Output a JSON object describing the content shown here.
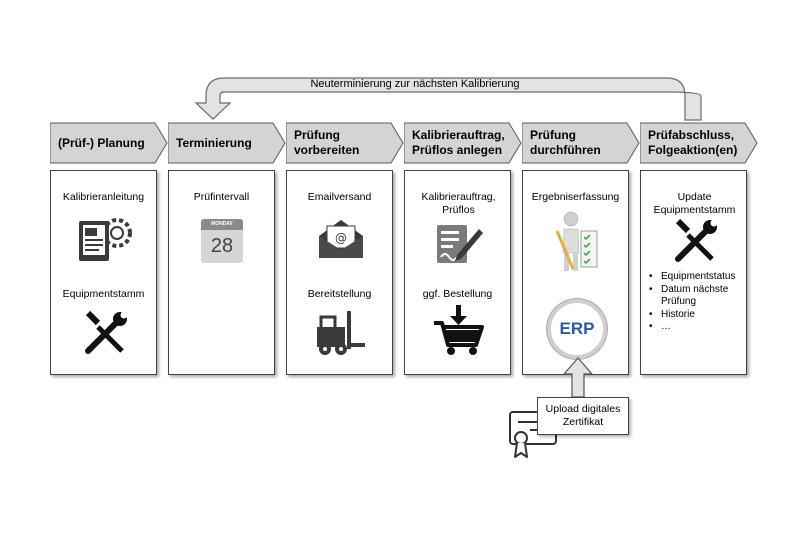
{
  "loop": {
    "label": "Neuterminierung zur nächsten Kalibrierung"
  },
  "phases": [
    {
      "title": "(Prüf-) Planung"
    },
    {
      "title": "Terminierung"
    },
    {
      "title": "Prüfung vorbereiten"
    },
    {
      "title": "Kalibrierauftrag, Prüflos anlegen"
    },
    {
      "title": "Prüfung durchführen"
    },
    {
      "title": "Prüfabschluss, Folgeaktion(en)"
    }
  ],
  "boxes": {
    "planung": {
      "item1": "Kalibrieranleitung",
      "item2": "Equipmentstamm",
      "icon1": "manual-gear-icon",
      "icon2": "wrench-screwdriver-icon"
    },
    "terminierung": {
      "item1": "Prüfintervall",
      "calendar_day": "MONDAY",
      "calendar_date": "28",
      "icon1": "calendar-icon"
    },
    "vorbereiten": {
      "item1": "Emailversand",
      "item2": "Bereitstellung",
      "icon1": "email-envelope-icon",
      "icon2": "forklift-icon"
    },
    "anlegen": {
      "item1": "Kalibrierauftrag, Prüflos",
      "item2": "ggf. Bestellung",
      "icon1": "form-pen-icon",
      "icon2": "shopping-cart-icon"
    },
    "durchfuehren": {
      "item1": "Ergebniserfassung",
      "erp": "ERP",
      "icon1": "person-checklist-icon",
      "icon2": "erp-icon"
    },
    "abschluss": {
      "item1": "Update Equipmentstamm",
      "icon1": "wrench-screwdriver-icon",
      "bullets": [
        "Equipmentstatus",
        "Datum nächste Prüfung",
        "Historie",
        "…"
      ]
    }
  },
  "upload": {
    "label": "Upload digitales Zertifikat",
    "icon": "certificate-icon"
  },
  "colors": {
    "chevron_fill": "#d4d4d4",
    "chevron_stroke": "#5a5a5a",
    "arrow_fill": "#e3e3e3",
    "icon_dark": "#3a3a3a"
  }
}
